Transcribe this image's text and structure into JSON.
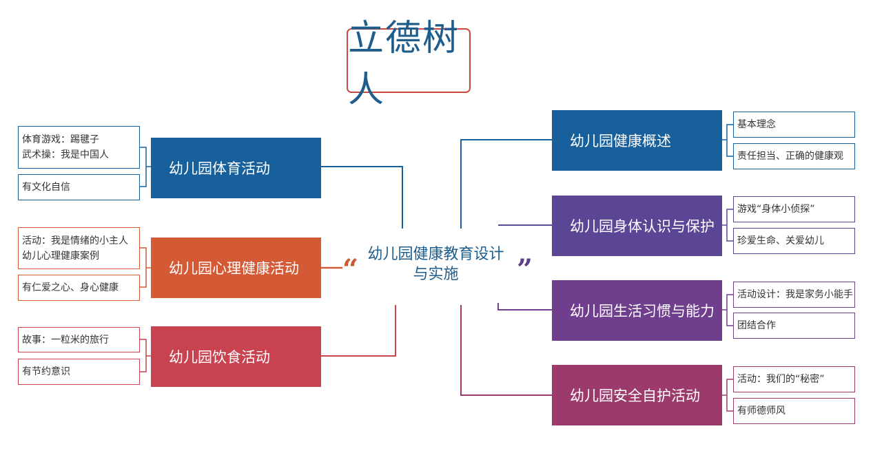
{
  "title": "立德树人",
  "center": {
    "text": "幼儿园健康教育设计与实施",
    "quote_open": "“",
    "quote_close": "”"
  },
  "colors": {
    "blue": "#17609c",
    "orange": "#d45a35",
    "red": "#c8424f",
    "purple_light": "#5b4696",
    "purple": "#6f3f8e",
    "magenta": "#9c3b6b"
  },
  "left_topics": [
    {
      "label": "幼儿园体育活动",
      "leaves": [
        {
          "lines": [
            "体育游戏：踢毽子",
            "武术操：我是中国人"
          ]
        },
        {
          "lines": [
            "有文化自信"
          ]
        }
      ]
    },
    {
      "label": "幼儿园心理健康活动",
      "leaves": [
        {
          "lines": [
            "活动：我是情绪的小主人",
            "幼儿心理健康案例"
          ]
        },
        {
          "lines": [
            "有仁爱之心、身心健康"
          ]
        }
      ]
    },
    {
      "label": "幼儿园饮食活动",
      "leaves": [
        {
          "lines": [
            "故事：一粒米的旅行"
          ]
        },
        {
          "lines": [
            "有节约意识"
          ]
        }
      ]
    }
  ],
  "right_topics": [
    {
      "label": "幼儿园健康概述",
      "leaves": [
        {
          "lines": [
            "基本理念"
          ]
        },
        {
          "lines": [
            "责任担当、正确的健康观"
          ]
        }
      ]
    },
    {
      "label": "幼儿园身体认识与保护",
      "leaves": [
        {
          "lines": [
            "游戏“身体小侦探”"
          ]
        },
        {
          "lines": [
            "珍爱生命、关爱幼儿"
          ]
        }
      ]
    },
    {
      "label": "幼儿园生活习惯与能力",
      "leaves": [
        {
          "lines": [
            "活动设计：我是家务小能手"
          ]
        },
        {
          "lines": [
            "团结合作"
          ]
        }
      ]
    },
    {
      "label": "幼儿园安全自护活动",
      "leaves": [
        {
          "lines": [
            "活动：我们的“秘密”"
          ]
        },
        {
          "lines": [
            "有师德师风"
          ]
        }
      ]
    }
  ]
}
